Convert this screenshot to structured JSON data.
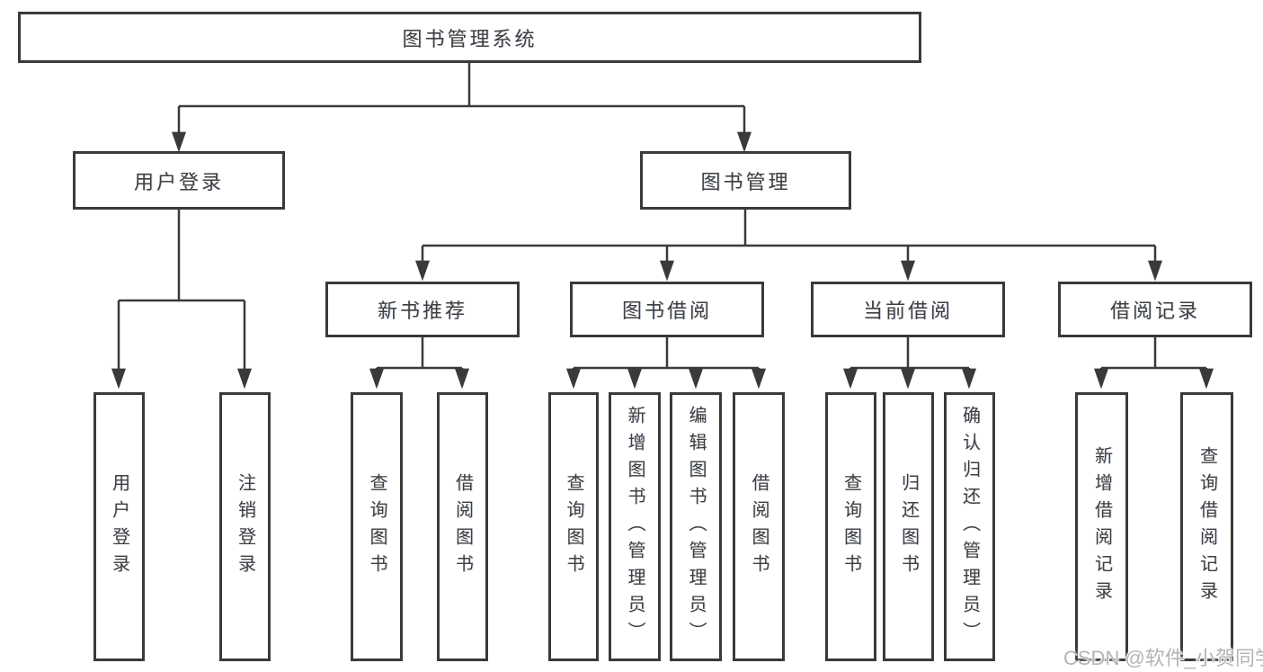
{
  "diagram_title": "图书管理系统",
  "watermark": "CSDN @软件_小贺同学",
  "colors": {
    "line": "#3a3a3a",
    "box_border": "#3a3a3a",
    "box_fill": "#ffffff",
    "text": "#3f3f3f",
    "watermark": "#b4b4b4",
    "background": "#ffffff"
  },
  "nodes": {
    "root": {
      "id": "library-management-system",
      "label": "图书管理系统"
    },
    "level2": [
      {
        "id": "user-login",
        "label": "用户登录",
        "parent": "library-management-system"
      },
      {
        "id": "book-management",
        "label": "图书管理",
        "parent": "library-management-system"
      }
    ],
    "level3": [
      {
        "id": "new-book-recommend",
        "label": "新书推荐",
        "parent": "book-management"
      },
      {
        "id": "book-borrowing",
        "label": "图书借阅",
        "parent": "book-management"
      },
      {
        "id": "current-borrowing",
        "label": "当前借阅",
        "parent": "book-management"
      },
      {
        "id": "borrowing-records",
        "label": "借阅记录",
        "parent": "book-management"
      }
    ],
    "leaves": [
      {
        "id": "user-login-leaf",
        "label": "用户登录",
        "parent": "user-login"
      },
      {
        "id": "logout",
        "label": "注销登录",
        "parent": "user-login"
      },
      {
        "id": "query-books-recommend",
        "label": "查询图书",
        "parent": "new-book-recommend"
      },
      {
        "id": "borrow-books-recommend",
        "label": "借阅图书",
        "parent": "new-book-recommend"
      },
      {
        "id": "query-books-borrowing",
        "label": "查询图书",
        "parent": "book-borrowing"
      },
      {
        "id": "add-books-admin",
        "label": "新增图书（管理员）",
        "parent": "book-borrowing"
      },
      {
        "id": "edit-books-admin",
        "label": "编辑图书（管理员）",
        "parent": "book-borrowing"
      },
      {
        "id": "borrow-books-borrowing",
        "label": "借阅图书",
        "parent": "book-borrowing"
      },
      {
        "id": "query-books-current",
        "label": "查询图书",
        "parent": "current-borrowing"
      },
      {
        "id": "return-books",
        "label": "归还图书",
        "parent": "current-borrowing"
      },
      {
        "id": "confirm-return-admin",
        "label": "确认归还（管理员）",
        "parent": "current-borrowing"
      },
      {
        "id": "add-borrow-record",
        "label": "新增借阅记录",
        "parent": "borrowing-records"
      },
      {
        "id": "query-borrow-record",
        "label": "查询借阅记录",
        "parent": "borrowing-records"
      }
    ]
  }
}
